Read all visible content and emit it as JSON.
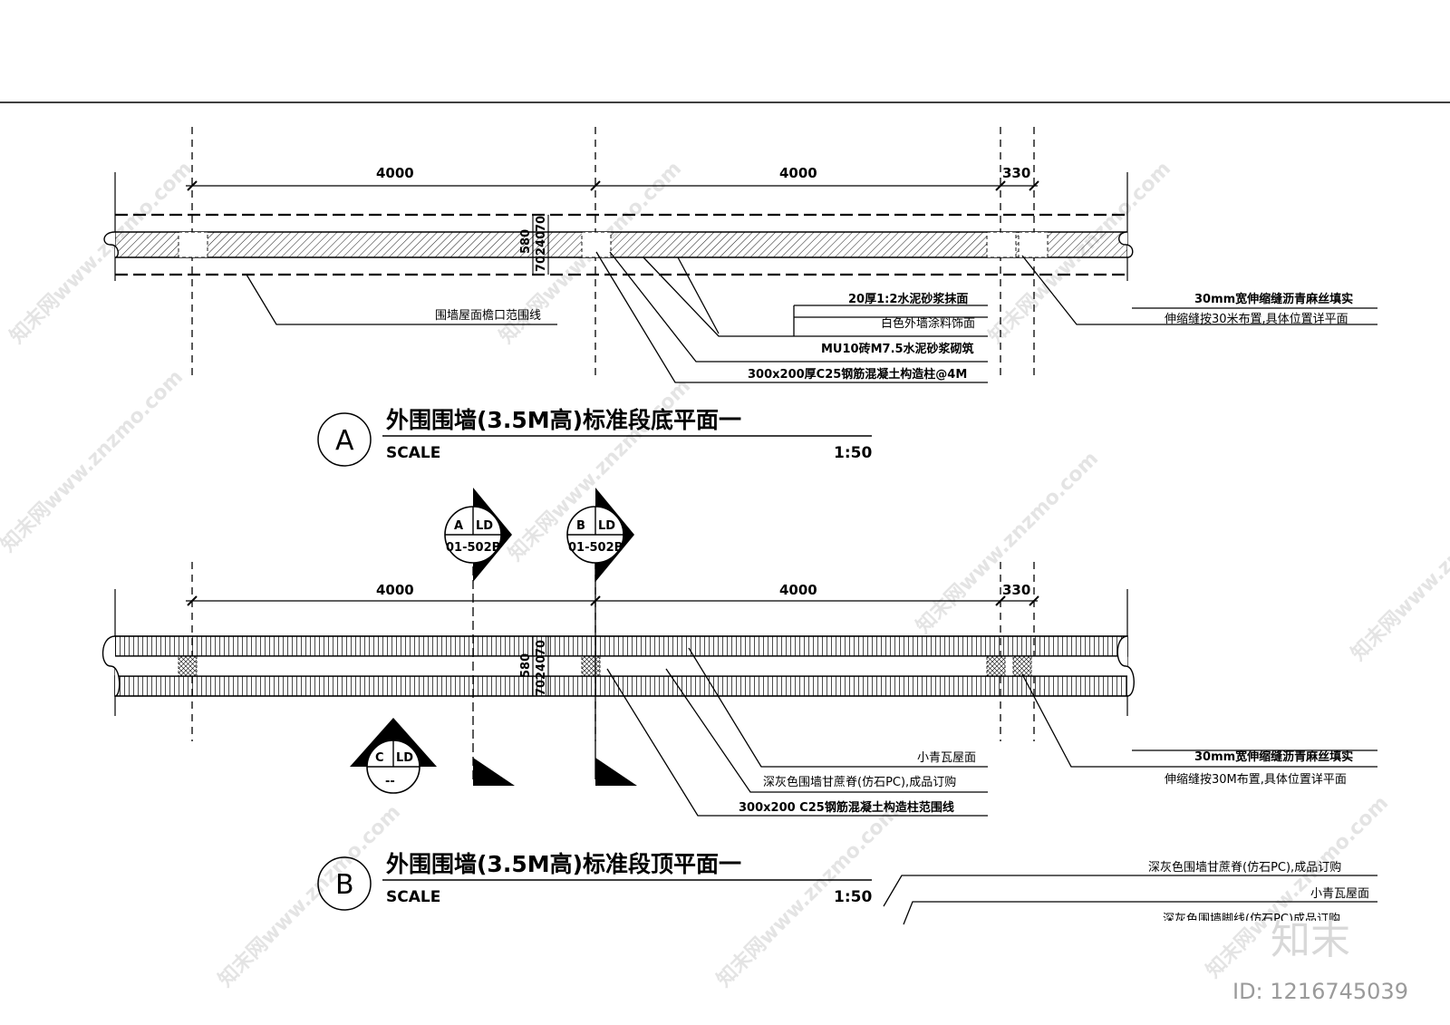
{
  "plan_a": {
    "dims": [
      "4000",
      "4000",
      "330"
    ],
    "width_dims": [
      "580",
      "70",
      "240",
      "70"
    ],
    "labels": {
      "eave": "围墙屋面檐口范围线",
      "finish": "20厚1:2水泥砂浆抹面",
      "paint": "白色外墙涂料饰面",
      "brick": "MU10砖M7.5水泥砂浆砌筑",
      "column": "300x200厚C25钢筋混凝土构造柱@4M",
      "joint1": "30mm宽伸缩缝沥青麻丝填实",
      "joint2": "伸缩缝按30米布置,具体位置详平面"
    },
    "title": "外围围墙(3.5M高)标准段底平面一",
    "letter": "A",
    "scale_label": "SCALE",
    "scale_value": "1:50"
  },
  "plan_b": {
    "dims": [
      "4000",
      "4000",
      "330"
    ],
    "width_dims": [
      "580",
      "70",
      "240",
      "70"
    ],
    "labels": {
      "tile": "小青瓦屋面",
      "ridge": "深灰色围墙甘蔗脊(仿石PC),成品订购",
      "column": "300x200 C25钢筋混凝土构造柱范围线",
      "joint1": "30mm宽伸缩缝沥青麻丝填实",
      "joint2": "伸缩缝按30M布置,具体位置详平面"
    },
    "title": "外围围墙(3.5M高)标准段顶平面一",
    "letter": "B",
    "scale_label": "SCALE",
    "scale_value": "1:50"
  },
  "section_marks": [
    {
      "id": "A",
      "sheet": "LD",
      "ref": "01-502B"
    },
    {
      "id": "B",
      "sheet": "LD",
      "ref": "01-502B"
    }
  ],
  "elevation_mark": {
    "id": "C",
    "sheet": "LD",
    "ref": "--"
  },
  "cropped_labels": {
    "ridge": "深灰色围墙甘蔗脊(仿石PC),成品订购",
    "tile": "小青瓦屋面",
    "partial": "深灰色围墙脚线(仿石PC)成品订购"
  },
  "watermark": {
    "text": "www.znzmo.com",
    "text_cn": "知末网www.znzmo.com",
    "logo": "知末",
    "id": "ID: 1216745039"
  }
}
